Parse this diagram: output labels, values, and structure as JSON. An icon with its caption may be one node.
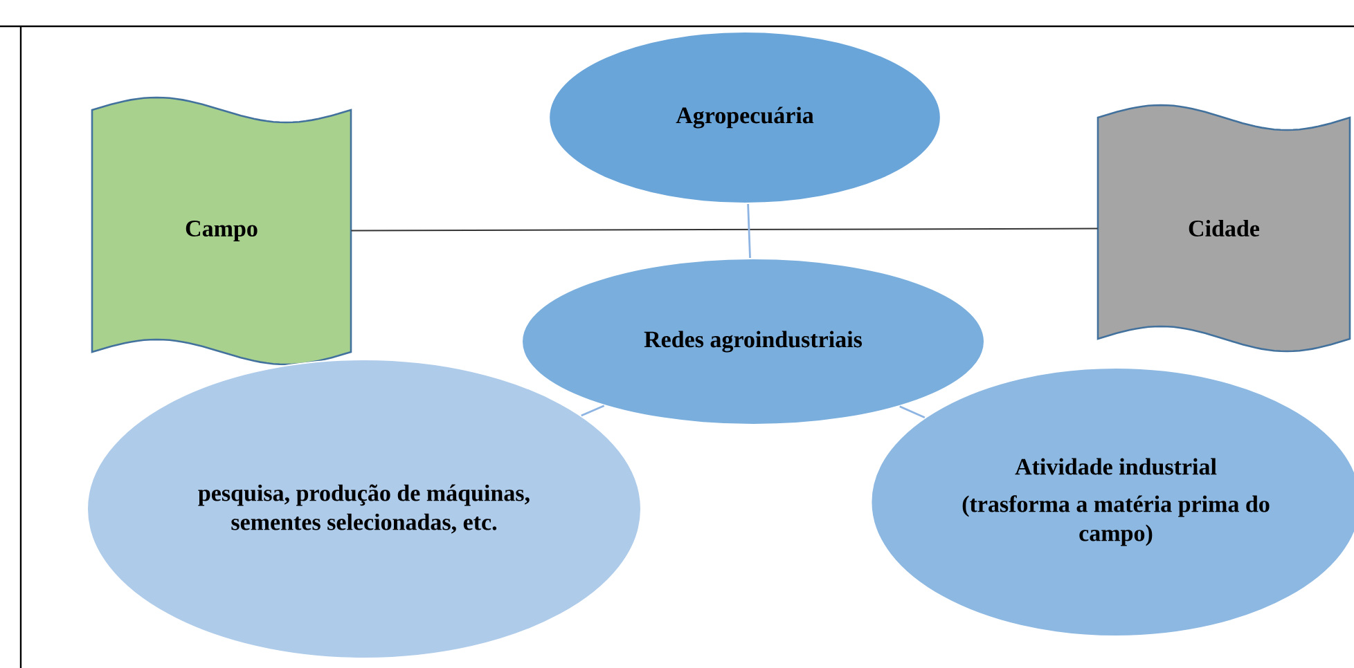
{
  "diagram": {
    "nodes": [
      {
        "text": [
          "Agropecuária"
        ]
      },
      {
        "text": [
          "Campo"
        ]
      },
      {
        "text": [
          "Cidade"
        ]
      },
      {
        "text": [
          "Redes agroindustriais"
        ]
      },
      {
        "text": [
          "pesquisa, produção de máquinas, sementes selecionadas, etc."
        ]
      },
      {
        "text": [
          "Atividade industrial",
          "(trasforma a matéria prima do campo)"
        ]
      }
    ],
    "edges": [
      {
        "from": 1,
        "to": 2,
        "arrow": "none",
        "color": "#333333"
      },
      {
        "from": 0,
        "to": 3,
        "arrow": "none"
      },
      {
        "from": 3,
        "to": 4,
        "arrow": "none"
      },
      {
        "from": 3,
        "to": 5,
        "arrow": "none"
      }
    ]
  }
}
